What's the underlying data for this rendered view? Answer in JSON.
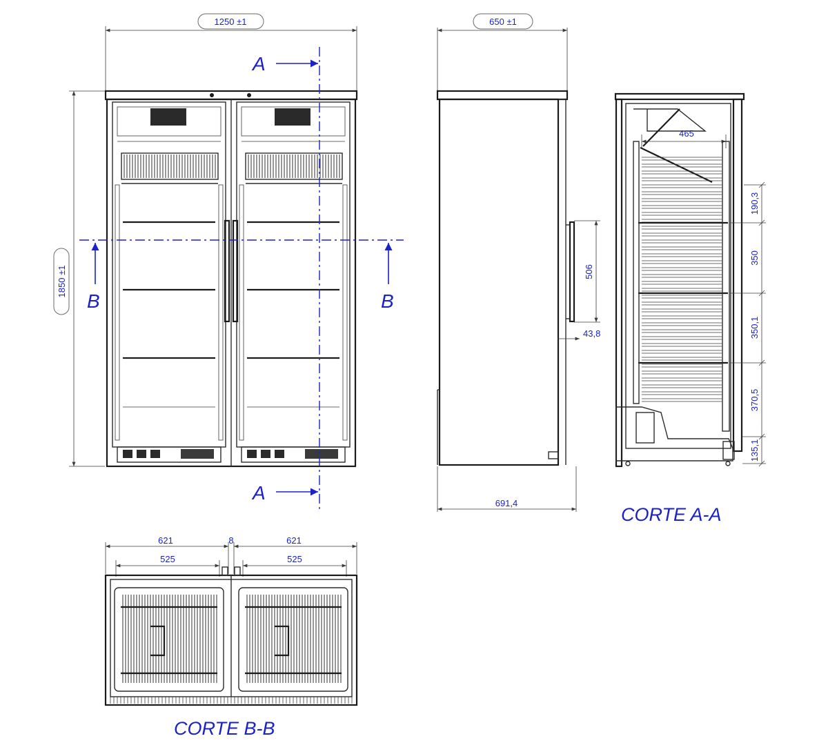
{
  "front": {
    "width_label": "1250 ±1",
    "height_label": "1850 ±1",
    "cut_a": "A",
    "cut_b": "B"
  },
  "side": {
    "depth_label": "650 ±1",
    "total_depth_label": "691,4",
    "handle_label": "506",
    "handle_offset_label": "43,8"
  },
  "section_aa": {
    "title": "CORTE A-A",
    "shelf_depth_label": "465",
    "spacings": [
      "190,3",
      "350",
      "350,1",
      "370,5",
      "135,1"
    ]
  },
  "section_bb": {
    "title": "CORTE B-B",
    "door_left_label": "621",
    "gap_label": "8",
    "door_right_label": "621",
    "inner_left_label": "525",
    "inner_right_label": "525"
  },
  "colors": {
    "annotation": "#1a22c8",
    "linework": "#2b2b2b"
  }
}
